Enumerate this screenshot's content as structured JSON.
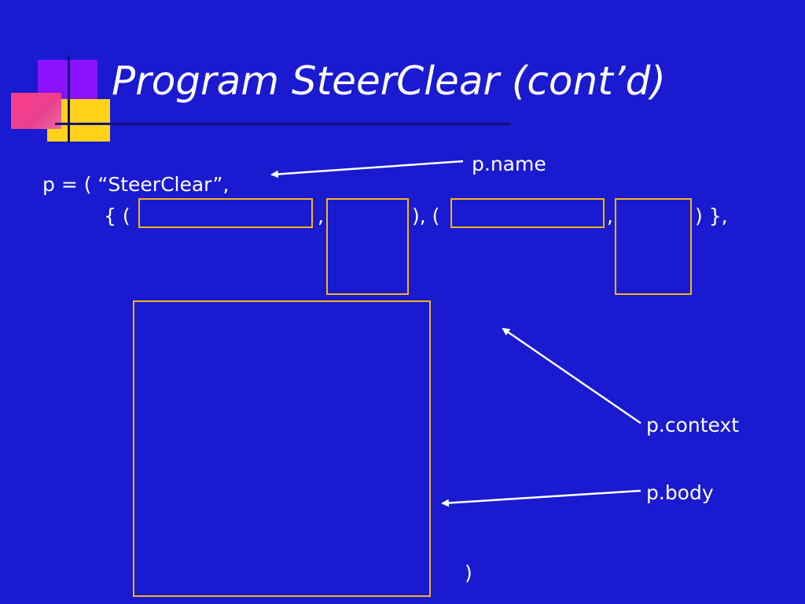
{
  "slide": {
    "title": "Program SteerClear (cont’d)",
    "code": {
      "line1": "p = ( “SteerClear”,",
      "open": "{ (",
      "comma1": ",",
      "close1": "), (",
      "comma2": ",",
      "close2": ") },",
      "final_paren": ")"
    },
    "labels": {
      "name": "p.name",
      "context": "p.context",
      "body": "p.body"
    }
  },
  "colors": {
    "background": "#1a1ad0",
    "box_border": "#f5b51a",
    "text": "#ffffff",
    "deco_purple": "#8a12ff",
    "deco_pink": "#ff3d8a",
    "deco_yellow": "#ffd21a"
  }
}
